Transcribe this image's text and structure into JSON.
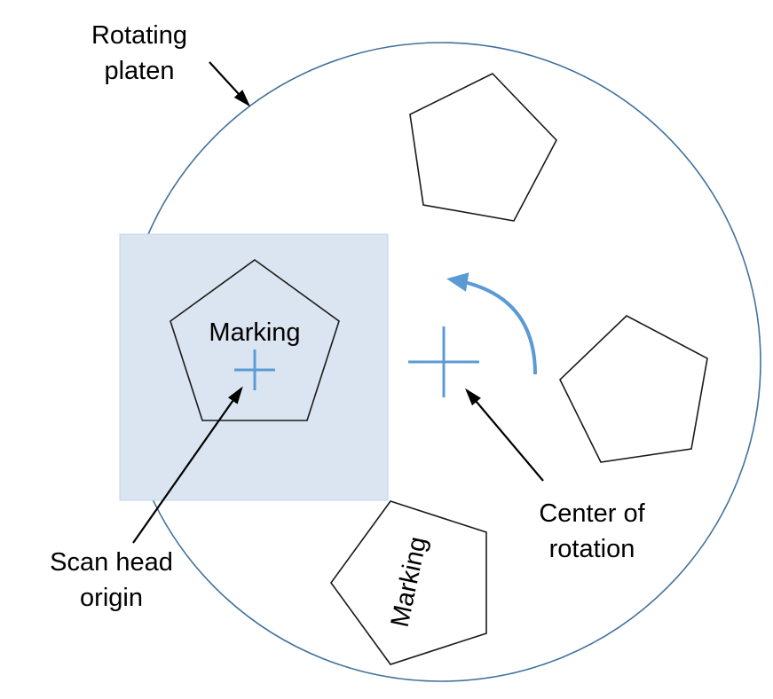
{
  "diagram": {
    "labels": {
      "rotating_platen": "Rotating platen",
      "scan_head_origin": "Scan head origin",
      "center_of_rotation": "Center of rotation",
      "marking_left": "Marking",
      "marking_bottom": "Marking"
    },
    "colors": {
      "platen_stroke": "#41719c",
      "scan_field_fill": "#dbe5f1",
      "scan_field_border": "#c3d4e8",
      "accent_blue": "#5b9bd5",
      "shape_stroke": "#1a1a1a",
      "annotation_arrow": "#000000",
      "text": "#000000",
      "background": "#ffffff"
    }
  }
}
